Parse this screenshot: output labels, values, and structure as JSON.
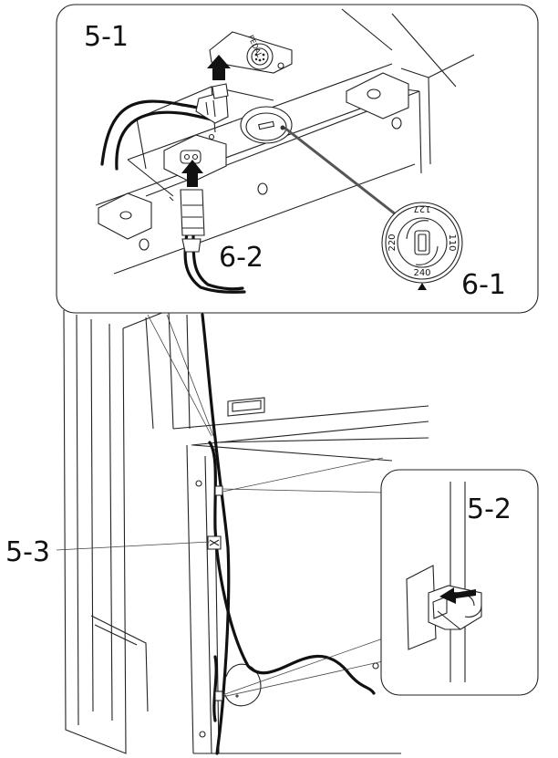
{
  "labels": {
    "step_5_1": "5-1",
    "step_5_2": "5-2",
    "step_5_3": "5-3",
    "step_6_1": "6-1",
    "step_6_2": "6-2"
  },
  "pedal_jack_text": "PEDAL",
  "voltage_selector": {
    "values": [
      "127",
      "110",
      "240",
      "220"
    ]
  },
  "icons": {
    "arrow": "bold-up-arrow",
    "indicator": "triangle-pointer"
  },
  "colors": {
    "line": "#222222",
    "cable": "#111111",
    "background": "#ffffff"
  }
}
